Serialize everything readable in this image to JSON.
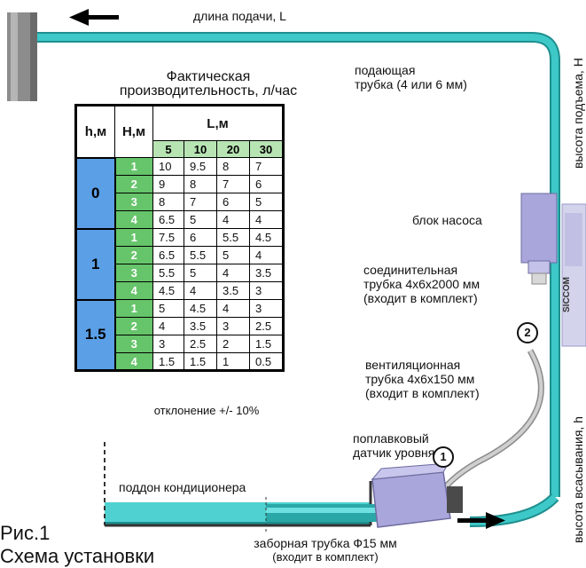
{
  "labels": {
    "feed_length": "длина подачи, L",
    "feed_tube": [
      "подающая",
      "трубка (4 или 6 мм)"
    ],
    "pump_block": "блок насоса",
    "connector_tube": [
      "соединительная",
      "трубка 4х6х2000 мм",
      "(входит в комплект)"
    ],
    "vent_tube": [
      "вентиляционная",
      "трубка 4х6х150 мм",
      "(входит в комплект)"
    ],
    "float_sensor": [
      "поплавковый",
      "датчик уровня"
    ],
    "ac_tray": "поддон кондиционера",
    "intake_tube": [
      "заборная трубка Ф15 мм",
      "(входит в комплект)"
    ],
    "lift_height": "высота подъема, H",
    "suction_height": "высота всасывания, h",
    "fig_num": "Рис.1",
    "fig_caption": "Схема установки",
    "pump_brand": "SICCOM",
    "marker1": "1",
    "marker2": "2"
  },
  "table": {
    "title_line1": "Фактическая",
    "title_line2": "производительность, л/час",
    "col_h": "h,м",
    "col_H": "Н,м",
    "col_L": "L,м",
    "L_values": [
      "5",
      "10",
      "20",
      "30"
    ],
    "groups": [
      {
        "h": "0",
        "rows": [
          {
            "H": "1",
            "vals": [
              "10",
              "9.5",
              "8",
              "7"
            ]
          },
          {
            "H": "2",
            "vals": [
              "9",
              "8",
              "7",
              "6"
            ]
          },
          {
            "H": "3",
            "vals": [
              "8",
              "7",
              "6",
              "5"
            ]
          },
          {
            "H": "4",
            "vals": [
              "6.5",
              "5",
              "4",
              "4"
            ]
          }
        ]
      },
      {
        "h": "1",
        "rows": [
          {
            "H": "1",
            "vals": [
              "7.5",
              "6",
              "5.5",
              "4.5"
            ]
          },
          {
            "H": "2",
            "vals": [
              "6.5",
              "5.5",
              "5",
              "4"
            ]
          },
          {
            "H": "3",
            "vals": [
              "5.5",
              "5",
              "4",
              "3.5"
            ]
          },
          {
            "H": "4",
            "vals": [
              "4.5",
              "4",
              "3.5",
              "3"
            ]
          }
        ]
      },
      {
        "h": "1.5",
        "rows": [
          {
            "H": "1",
            "vals": [
              "5",
              "4.5",
              "4",
              "3"
            ]
          },
          {
            "H": "2",
            "vals": [
              "4",
              "3.5",
              "3",
              "2.5"
            ]
          },
          {
            "H": "3",
            "vals": [
              "3",
              "2.5",
              "2",
              "1.5"
            ]
          },
          {
            "H": "4",
            "vals": [
              "1.5",
              "1.5",
              "1",
              "0.5"
            ]
          }
        ]
      }
    ],
    "deviation": "отклонение +/- 10%"
  },
  "colors": {
    "tube": "#3ec8c8",
    "tube_dark": "#1f8e8e",
    "group_blue": "#5b9fe6",
    "H_green": "#66c46a",
    "L_green": "#b8e4b4",
    "pump_body": "#a9a6dc",
    "drain_pipe": "#8a8a8a"
  }
}
